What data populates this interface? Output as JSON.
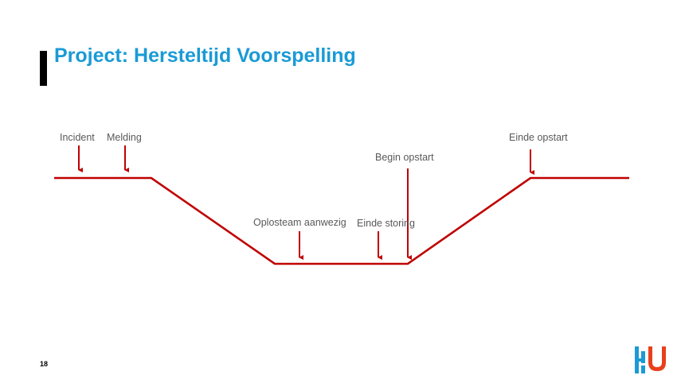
{
  "slide": {
    "title": "Project: Hersteltijd Voorspelling",
    "page_number": "18"
  },
  "diagram": {
    "line_color": "#c00000",
    "labels": {
      "incident": "Incident",
      "melding": "Melding",
      "oplosteam": "Oplosteam aanwezig",
      "einde_storing": "Einde storing",
      "begin_opstart": "Begin opstart",
      "einde_opstart": "Einde opstart"
    }
  },
  "logo": {
    "name": "hu-logo",
    "colors": {
      "bars": "#1a9ad6",
      "u": "#e8401c"
    }
  }
}
